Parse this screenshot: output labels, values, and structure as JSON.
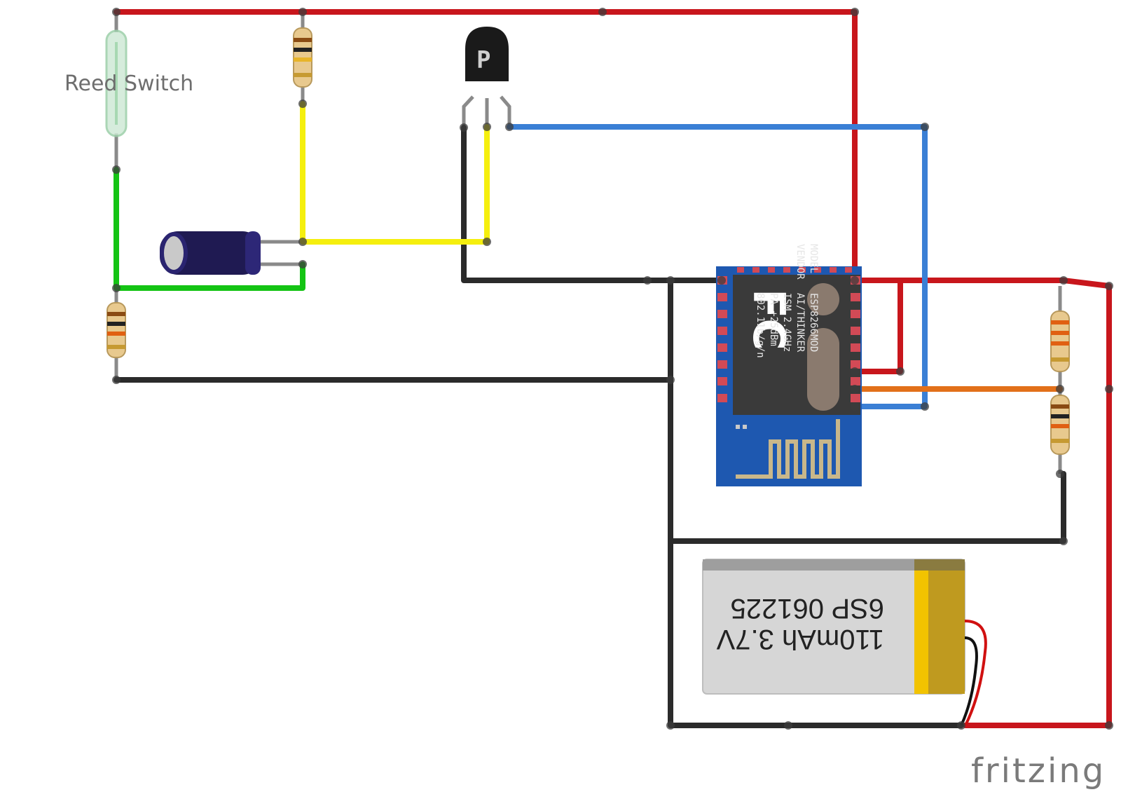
{
  "diagram": {
    "brand": "fritzing",
    "components": {
      "reed_switch": {
        "label": "Reed Switch"
      },
      "transistor": {
        "marking": "P"
      },
      "esp_module": {
        "model_label": "MODEL",
        "model_value": "ESP8266MOD",
        "vendor_label": "VENDOR",
        "vendor_value": "AI/THINKER",
        "ism": "ISM 2.4GHz",
        "pa": "PA  +25dBm",
        "standard": "802.11b/g/n",
        "fcc_mark": "FC"
      },
      "battery": {
        "capacity": "110mAh 3.7V",
        "part": "6SP 061225"
      }
    },
    "wire_colors": {
      "red": "#c8161c",
      "black": "#2b2b2b",
      "blue": "#3a7fd5",
      "yellow": "#f5ef0e",
      "green": "#14c414",
      "orange": "#e2701a"
    }
  }
}
